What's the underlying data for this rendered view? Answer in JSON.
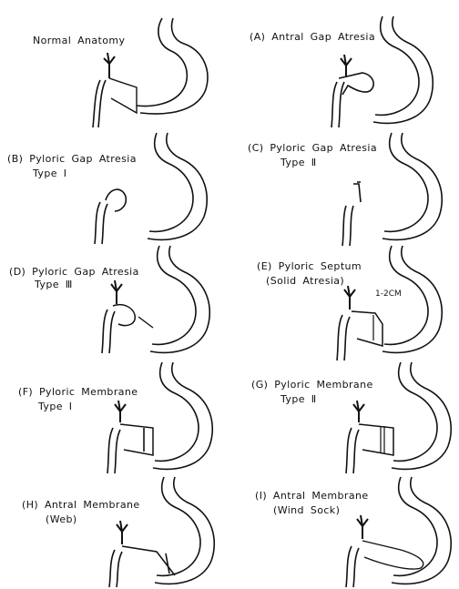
{
  "panels": [
    {
      "id": "normal",
      "title": "Normal Anatomy",
      "subtitle": ""
    },
    {
      "id": "A",
      "title": "(A) Antral Gap Atresia",
      "subtitle": ""
    },
    {
      "id": "B",
      "title": "(B) Pyloric Gap Atresia",
      "subtitle": "Type Ⅰ"
    },
    {
      "id": "C",
      "title": "(C) Pyloric Gap Atresia",
      "subtitle": "Type Ⅱ"
    },
    {
      "id": "D",
      "title": "(D) Pyloric Gap Atresia",
      "subtitle": "Type Ⅲ"
    },
    {
      "id": "E",
      "title": "(E) Pyloric Septum",
      "subtitle": "(Solid Atresia)",
      "note": "1-2CM"
    },
    {
      "id": "F",
      "title": "(F) Pyloric Membrane",
      "subtitle": "Type Ⅰ"
    },
    {
      "id": "G",
      "title": "(G) Pyloric Membrane",
      "subtitle": "Type Ⅱ"
    },
    {
      "id": "H",
      "title": "(H) Antral Membrane",
      "subtitle": "(Web)"
    },
    {
      "id": "I",
      "title": "(I) Antral Membrane",
      "subtitle": "(Wind Sock)"
    }
  ],
  "colors": {
    "ink": "#111111",
    "paper": "#ffffff"
  }
}
